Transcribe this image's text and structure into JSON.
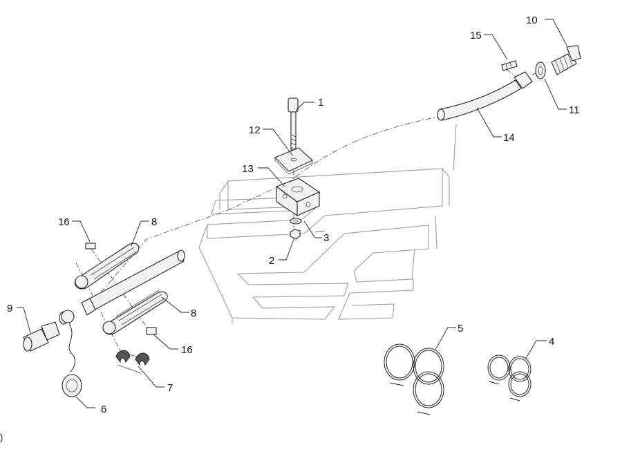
{
  "diagram": {
    "callouts": [
      {
        "id": "c1",
        "label": "1"
      },
      {
        "id": "c2",
        "label": "2"
      },
      {
        "id": "c3",
        "label": "3"
      },
      {
        "id": "c4",
        "label": "4"
      },
      {
        "id": "c5",
        "label": "5"
      },
      {
        "id": "c6",
        "label": "6"
      },
      {
        "id": "c7",
        "label": "7"
      },
      {
        "id": "c8a",
        "label": "8"
      },
      {
        "id": "c8b",
        "label": "8"
      },
      {
        "id": "c9",
        "label": "9"
      },
      {
        "id": "c10",
        "label": "10"
      },
      {
        "id": "c11",
        "label": "11"
      },
      {
        "id": "c12",
        "label": "12"
      },
      {
        "id": "c13",
        "label": "13"
      },
      {
        "id": "c14",
        "label": "14"
      },
      {
        "id": "c15",
        "label": "15"
      },
      {
        "id": "c16a",
        "label": "16"
      },
      {
        "id": "c16b",
        "label": "16"
      }
    ]
  }
}
